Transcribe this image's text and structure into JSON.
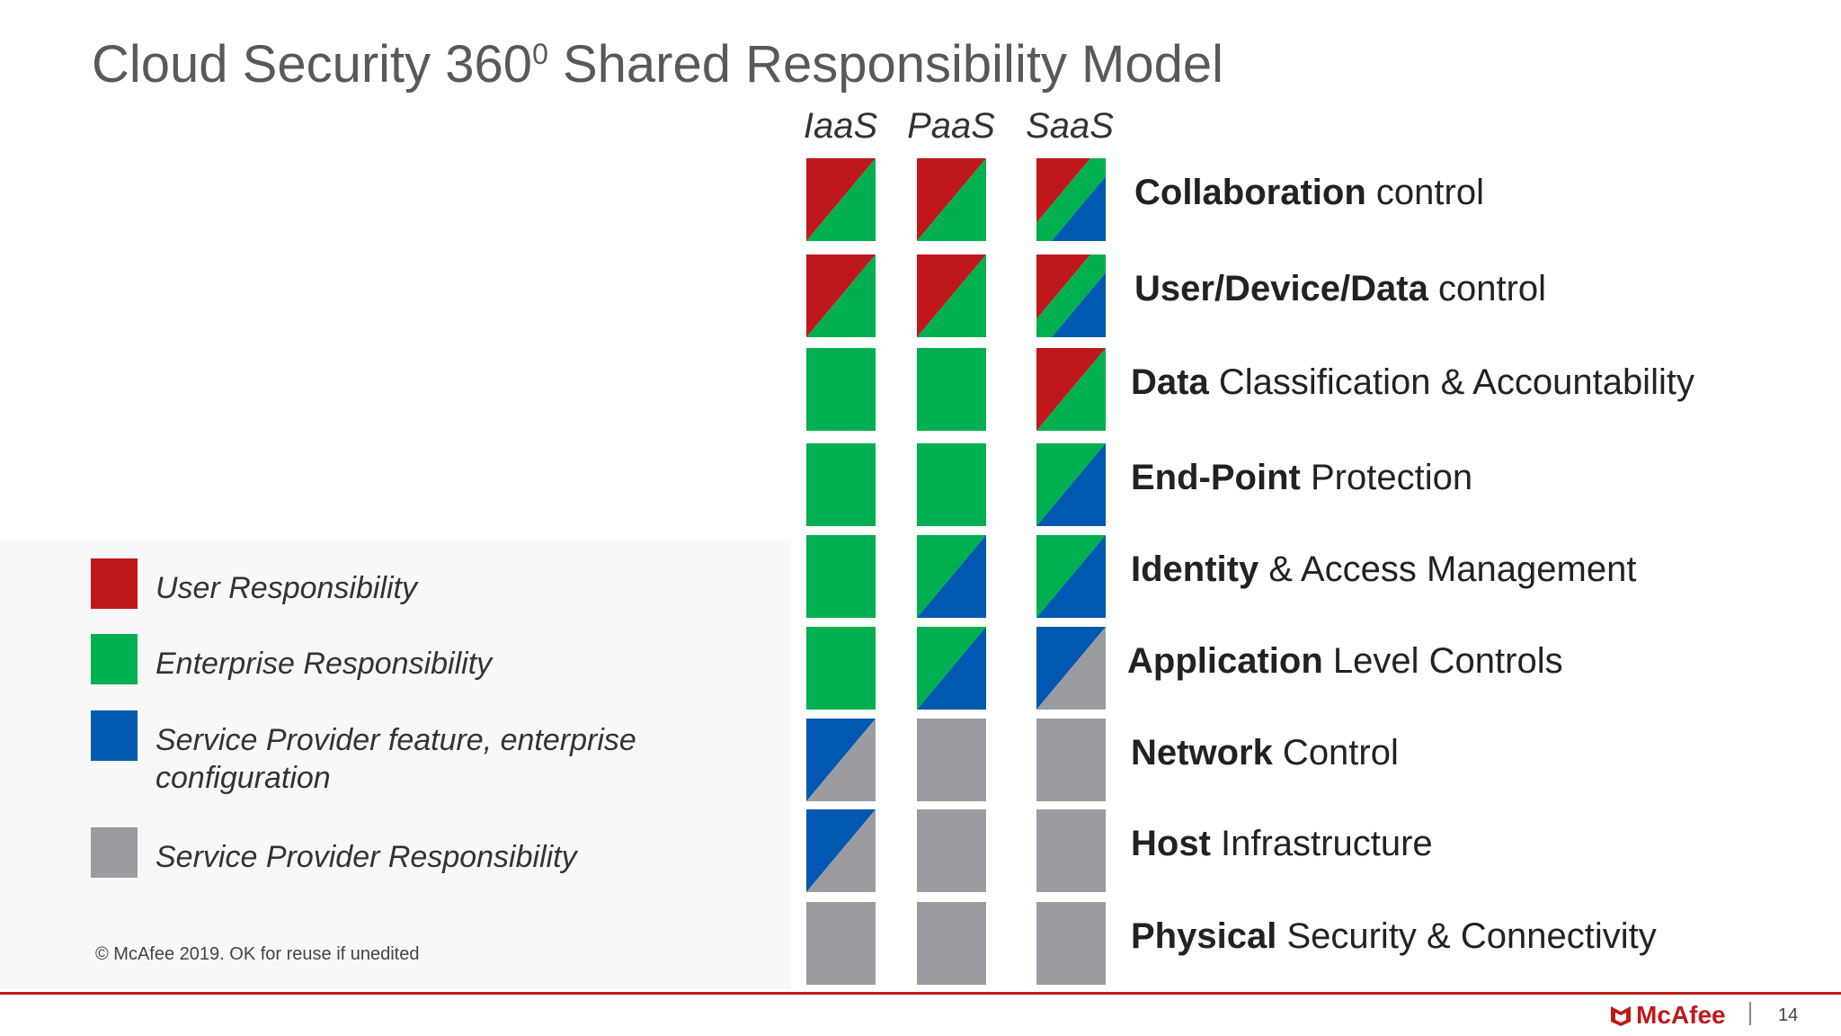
{
  "title": {
    "main": "Cloud Security 360",
    "superscript": "0",
    "rest": " Shared Responsibility Model"
  },
  "columns": [
    "IaaS",
    "PaaS",
    "SaaS"
  ],
  "colors": {
    "user": "#c0171c",
    "enterprise": "#00b050",
    "provider_feature": "#0058b0",
    "provider": "#9a9ca1"
  },
  "rows": [
    {
      "bold": "Collaboration",
      "rest": " control",
      "cells": [
        [
          "user",
          "enterprise"
        ],
        [
          "user",
          "enterprise"
        ],
        [
          "user",
          "enterprise",
          "provider_feature"
        ]
      ]
    },
    {
      "bold": "User/Device/Data",
      "rest": " control",
      "cells": [
        [
          "user",
          "enterprise"
        ],
        [
          "user",
          "enterprise"
        ],
        [
          "user",
          "enterprise",
          "provider_feature"
        ]
      ]
    },
    {
      "bold": "Data",
      "rest": " Classification & Accountability",
      "cells": [
        [
          "enterprise"
        ],
        [
          "enterprise"
        ],
        [
          "user",
          "enterprise"
        ]
      ]
    },
    {
      "bold": "End-Point",
      "rest": " Protection",
      "cells": [
        [
          "enterprise"
        ],
        [
          "enterprise"
        ],
        [
          "enterprise",
          "provider_feature"
        ]
      ]
    },
    {
      "bold": "Identity",
      "rest": " & Access Management",
      "cells": [
        [
          "enterprise"
        ],
        [
          "enterprise",
          "provider_feature"
        ],
        [
          "enterprise",
          "provider_feature"
        ]
      ]
    },
    {
      "bold": "Application",
      "rest": " Level Controls",
      "cells": [
        [
          "enterprise"
        ],
        [
          "enterprise",
          "provider_feature"
        ],
        [
          "provider_feature",
          "provider"
        ]
      ]
    },
    {
      "bold": "Network",
      "rest": " Control",
      "cells": [
        [
          "provider_feature",
          "provider"
        ],
        [
          "provider"
        ],
        [
          "provider"
        ]
      ]
    },
    {
      "bold": "Host",
      "rest": " Infrastructure",
      "cells": [
        [
          "provider_feature",
          "provider"
        ],
        [
          "provider"
        ],
        [
          "provider"
        ]
      ]
    },
    {
      "bold": "Physical",
      "rest": " Security & Connectivity",
      "cells": [
        [
          "provider"
        ],
        [
          "provider"
        ],
        [
          "provider"
        ]
      ]
    }
  ],
  "legend": [
    {
      "key": "user",
      "label": "User Responsibility"
    },
    {
      "key": "enterprise",
      "label": "Enterprise Responsibility"
    },
    {
      "key": "provider_feature",
      "label": "Service Provider feature, enterprise configuration"
    },
    {
      "key": "provider",
      "label": "Service Provider Responsibility"
    }
  ],
  "footer": {
    "copyright": "© McAfee 2019. OK for reuse if unedited",
    "brand": "McAfee",
    "page": "14"
  }
}
